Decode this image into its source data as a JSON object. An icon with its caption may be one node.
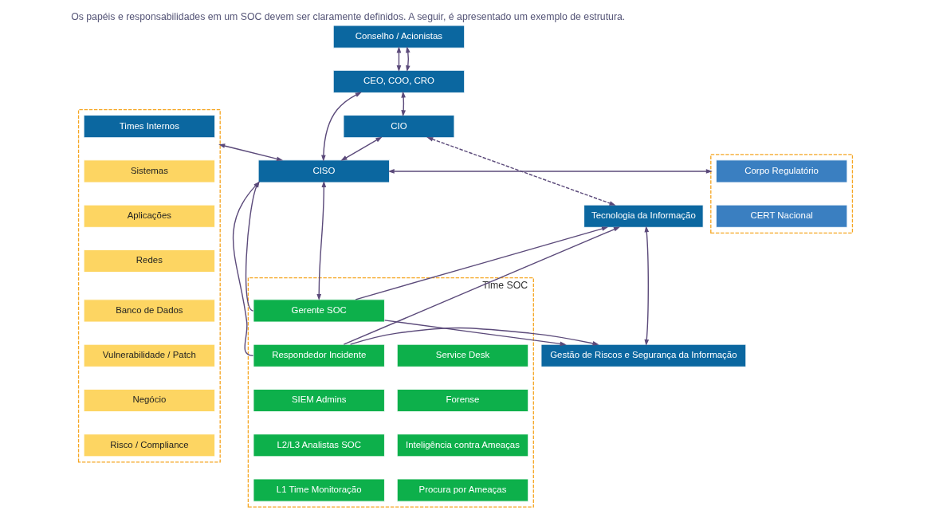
{
  "diagram": {
    "title": "Os papéis e responsabilidades em um SOC devem ser claramente definidos. A seguir, é apresentado um exemplo de estrutura.",
    "nodes": [
      {
        "text": [],
        "shape": "box"
      },
      {
        "text": [
          "Times Internos"
        ],
        "in": 0
      },
      {
        "text": [
          "Sistemas"
        ],
        "in": 0
      },
      {
        "text": [
          "Aplicações"
        ],
        "in": 0
      },
      {
        "text": [
          "Redes"
        ],
        "in": 0
      },
      {
        "text": [
          "Banco de Dados"
        ],
        "in": 0
      },
      {
        "text": [
          "Vulnerabilidade / Patch"
        ],
        "in": 0
      },
      {
        "text": [
          "Negócio"
        ],
        "in": 0
      },
      {
        "text": [
          "Risco / Compliance"
        ],
        "in": 0
      },
      {
        "text": [
          "Conselho / Acionistas"
        ]
      },
      {
        "text": [
          "CEO, COO, CRO"
        ]
      },
      {
        "text": [
          "CIO"
        ]
      },
      {
        "text": [
          "CISO"
        ]
      },
      {
        "text": [],
        "shape": "box"
      },
      {
        "text": [
          "Corpo Regulatório"
        ],
        "in": 13
      },
      {
        "text": [
          "CERT Nacional"
        ],
        "in": 13
      },
      {
        "text": [
          "Tecnologia da Informação"
        ]
      },
      {
        "text": [
          "Gestão de Riscos e Segurança da Informação"
        ]
      },
      {
        "text": [
          "Time SOC"
        ]
      },
      {
        "text": [
          "Gerente SOC"
        ],
        "in": 18
      },
      {
        "text": [
          "Respondedor Incidente"
        ],
        "in": 18
      },
      {
        "text": [
          "SIEM Admins"
        ],
        "in": 18
      },
      {
        "text": [
          "L2/L3 Analistas SOC"
        ],
        "in": 18
      },
      {
        "text": [
          "L1 Time Monitoração"
        ],
        "in": 18
      },
      {
        "text": [
          "Service Desk"
        ],
        "in": 18
      },
      {
        "text": [
          "Forense"
        ],
        "in": 18
      },
      {
        "text": [
          "Inteligência contra Ameaças"
        ],
        "in": 18
      },
      {
        "text": [
          "Procura por Ameaças"
        ],
        "in": 18
      }
    ],
    "edges": [
      {
        "from": 9,
        "to": 10,
        "arrow": "both"
      },
      {
        "from": 9,
        "to": 10,
        "arrow": "both"
      },
      {
        "from": 10,
        "to": 11,
        "arrow": "both"
      },
      {
        "from": 10,
        "to": 12,
        "arrow": "both"
      },
      {
        "from": 11,
        "to": 12,
        "arrow": "both"
      },
      {
        "from": 11,
        "to": 16,
        "arrow": "both",
        "style": "dashed"
      },
      {
        "from": 12,
        "to": 0,
        "arrow": "both"
      },
      {
        "from": 12,
        "to": 13,
        "arrow": "both"
      },
      {
        "from": 12,
        "to": 19,
        "arrow": "both"
      },
      {
        "from": 19,
        "to": 16,
        "arrow": "to"
      },
      {
        "from": 19,
        "to": 17,
        "arrow": "to"
      },
      {
        "from": 19,
        "to": 12,
        "arrow": "to"
      },
      {
        "from": 20,
        "to": 16,
        "arrow": "to"
      },
      {
        "from": 20,
        "to": 17,
        "arrow": "to"
      },
      {
        "from": 20,
        "to": 12,
        "arrow": "to"
      },
      {
        "from": 16,
        "to": 17,
        "arrow": "both"
      }
    ]
  }
}
